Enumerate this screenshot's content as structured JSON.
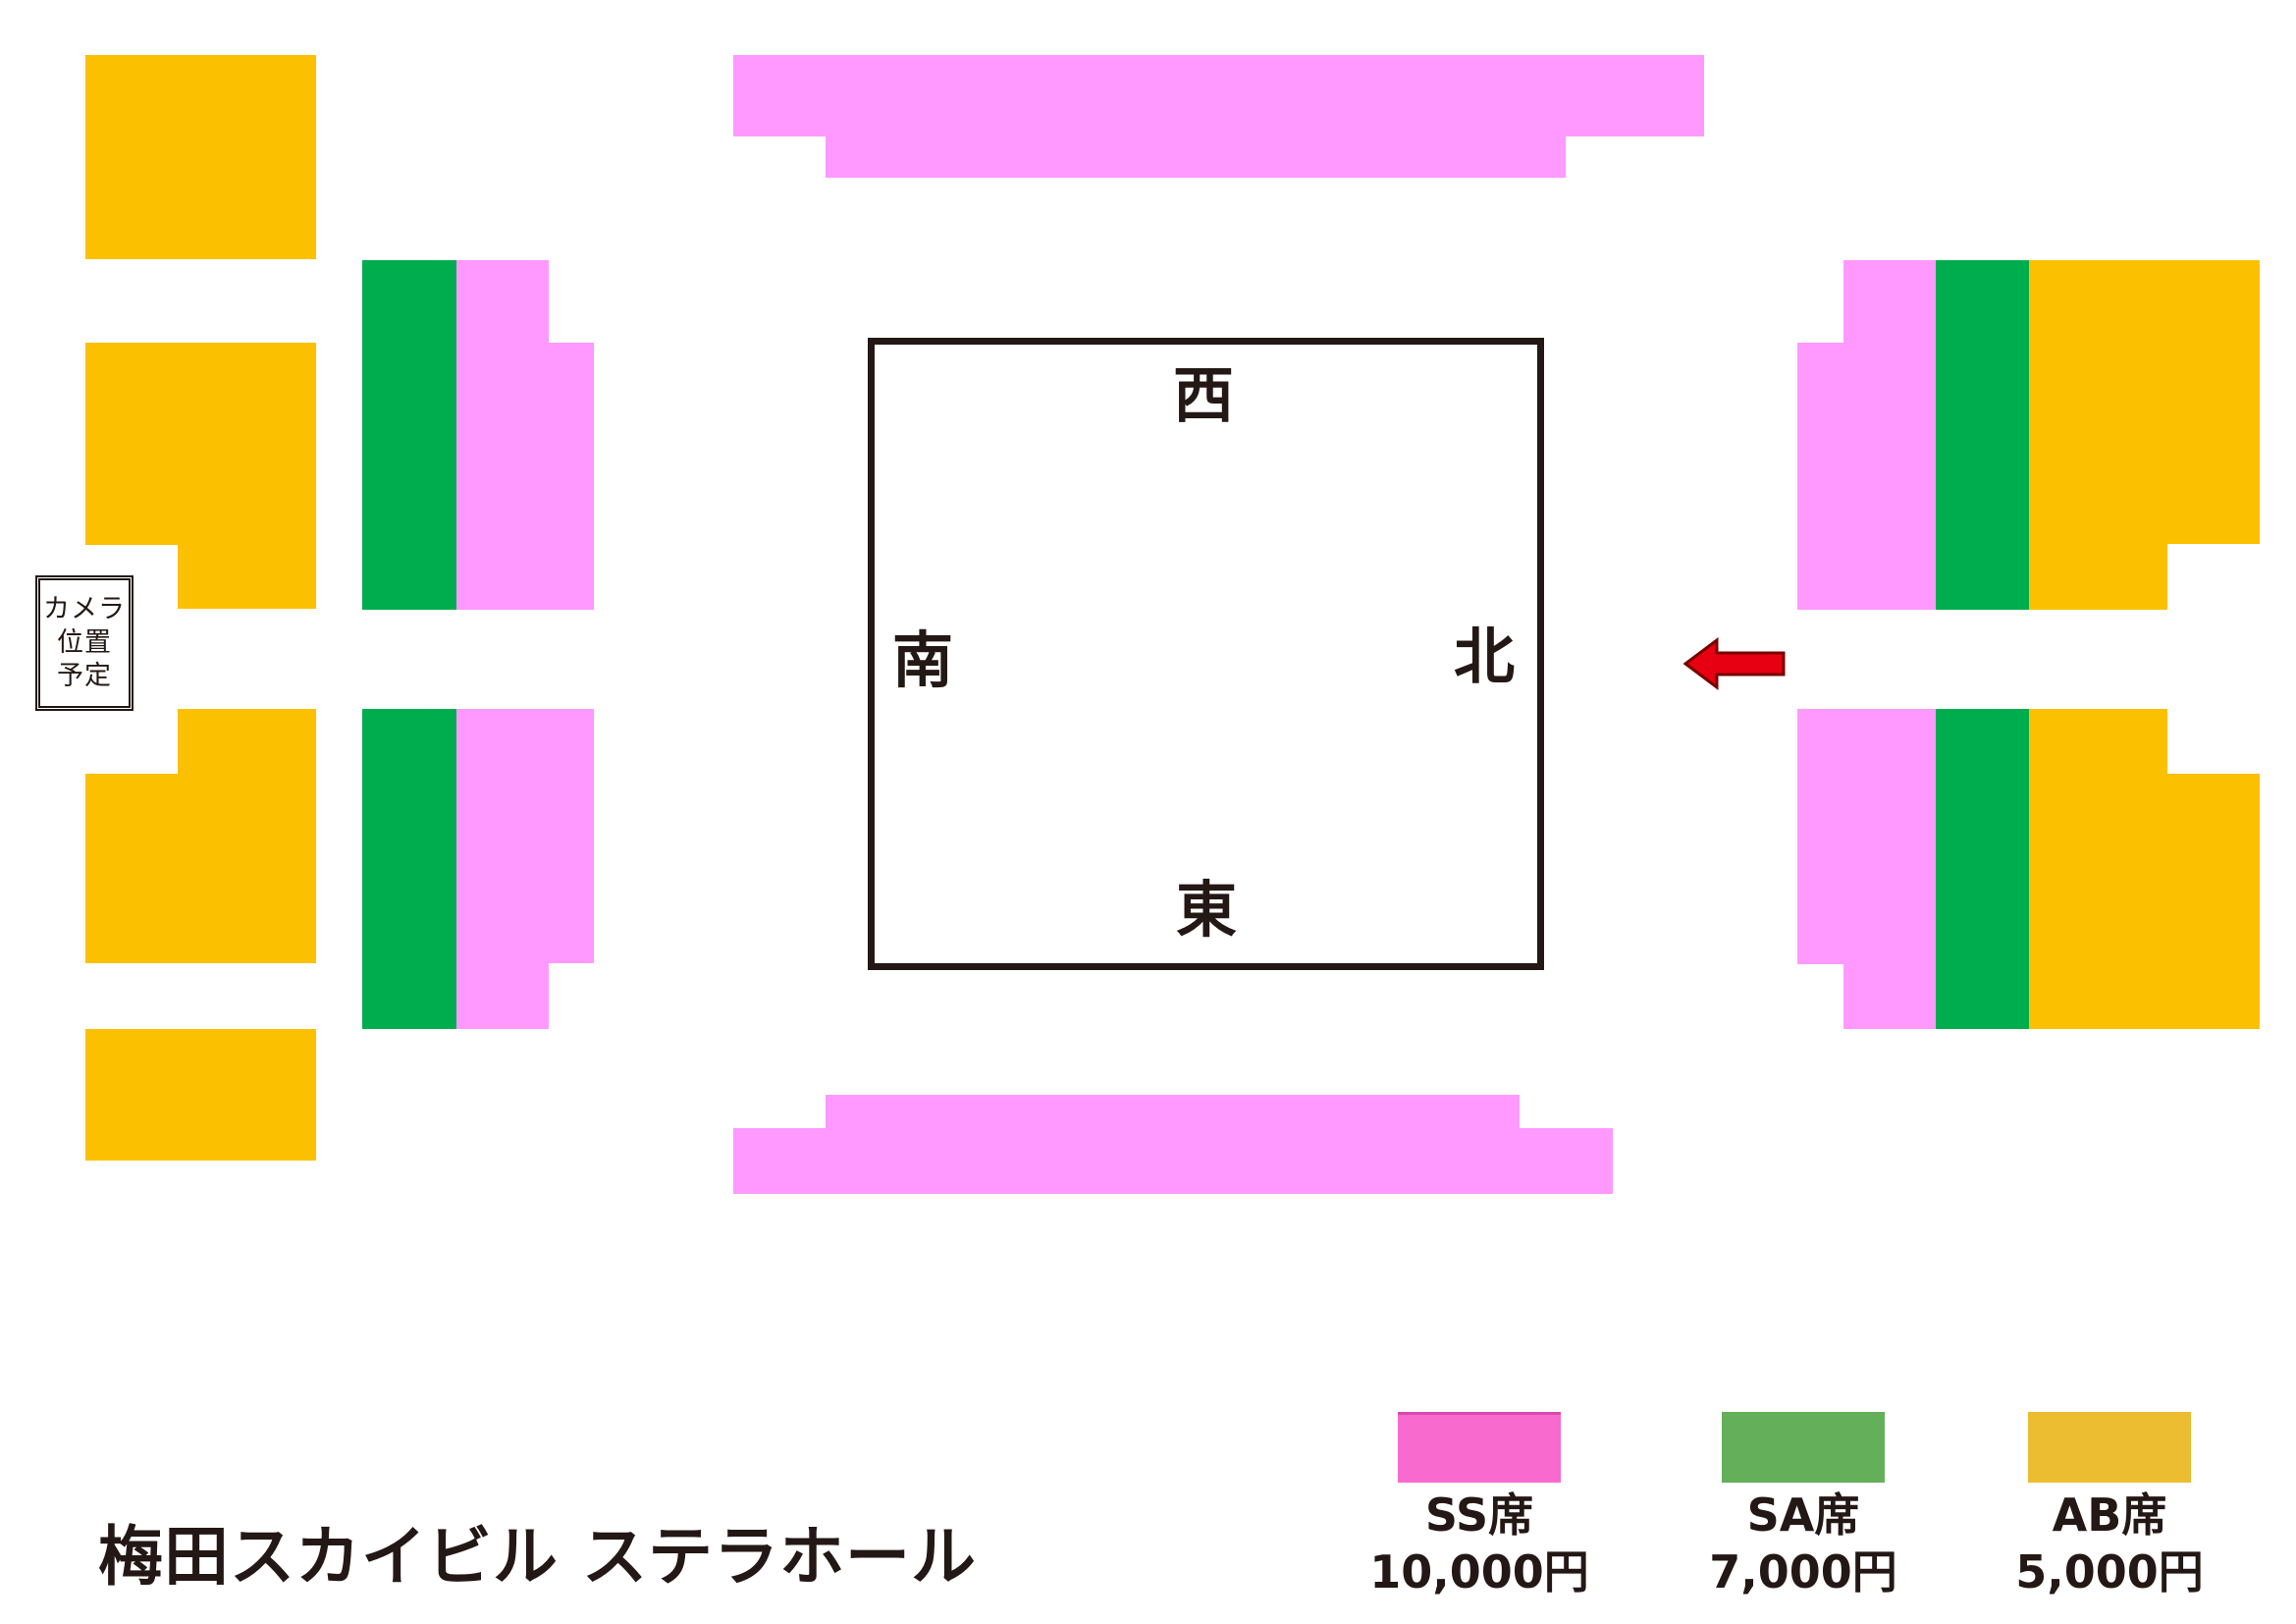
{
  "colors": {
    "ss": "#ff99ff",
    "sa": "#00ad4e",
    "ab": "#fbc100",
    "legend_ss": "#f86ace",
    "legend_sa": "#64af5a",
    "legend_ab": "#ecbd30",
    "ring_border": "#231815",
    "arrow": "#e60012"
  },
  "ring": {
    "west": "西",
    "south": "南",
    "north": "北",
    "east": "東"
  },
  "camera": {
    "line1": "カメラ",
    "line2": "位置",
    "line3": "予定"
  },
  "venue": {
    "name": "梅田スカイビル ステラホール"
  },
  "legend": [
    {
      "name": "SS席",
      "price": "10,000円",
      "icon": "ss-swatch"
    },
    {
      "name": "SA席",
      "price": "7,000円",
      "icon": "sa-swatch"
    },
    {
      "name": "AB席",
      "price": "5,000円",
      "icon": "ab-swatch"
    }
  ],
  "entrance_arrow": {
    "icon": "left-arrow-icon"
  }
}
